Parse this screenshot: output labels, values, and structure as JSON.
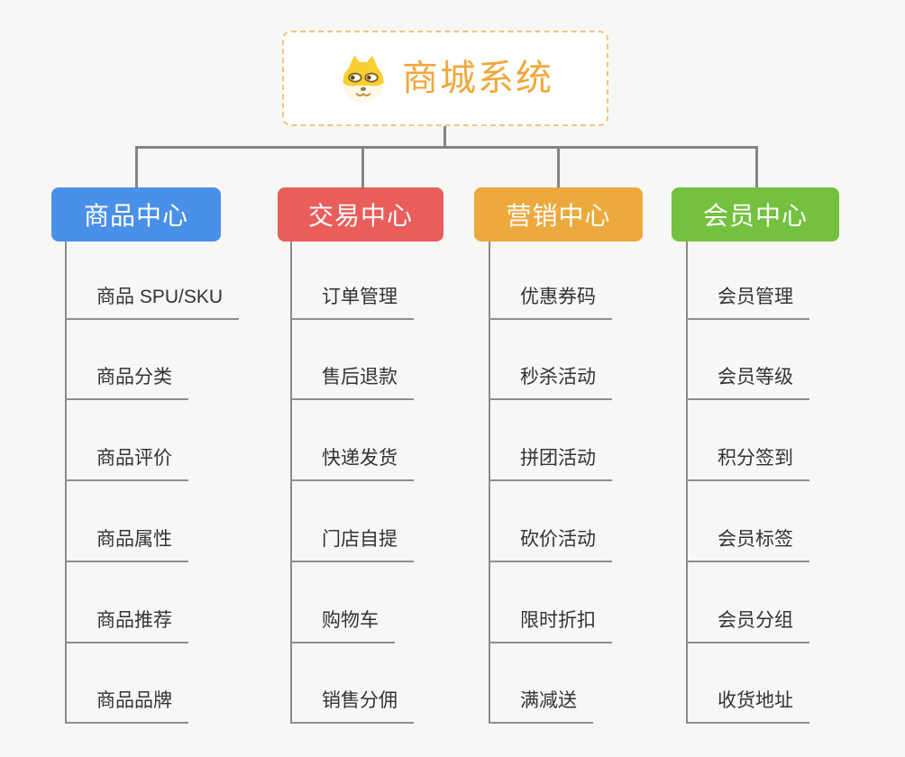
{
  "root": {
    "title": "商城系统",
    "icon": "dog-icon",
    "title_color": "#F3A73B",
    "border_color": "#F2C57F",
    "background": "#FFFFFF"
  },
  "branches": [
    {
      "label": "商品中心",
      "color": "#4A8FE8",
      "children": [
        "商品 SPU/SKU",
        "商品分类",
        "商品评价",
        "商品属性",
        "商品推荐",
        "商品品牌"
      ]
    },
    {
      "label": "交易中心",
      "color": "#E95D5A",
      "children": [
        "订单管理",
        "售后退款",
        "快递发货",
        "门店自提",
        "购物车",
        "销售分佣"
      ]
    },
    {
      "label": "营销中心",
      "color": "#EBA93E",
      "children": [
        "优惠券码",
        "秒杀活动",
        "拼团活动",
        "砍价活动",
        "限时折扣",
        "满减送"
      ]
    },
    {
      "label": "会员中心",
      "color": "#73C13F",
      "children": [
        "会员管理",
        "会员等级",
        "积分签到",
        "会员标签",
        "会员分组",
        "收货地址"
      ]
    }
  ],
  "connector_color": "#848484",
  "leaf_underline_color": "#8E8E8E",
  "leaf_text_color": "#333333",
  "background_color": "#F7F7F6"
}
